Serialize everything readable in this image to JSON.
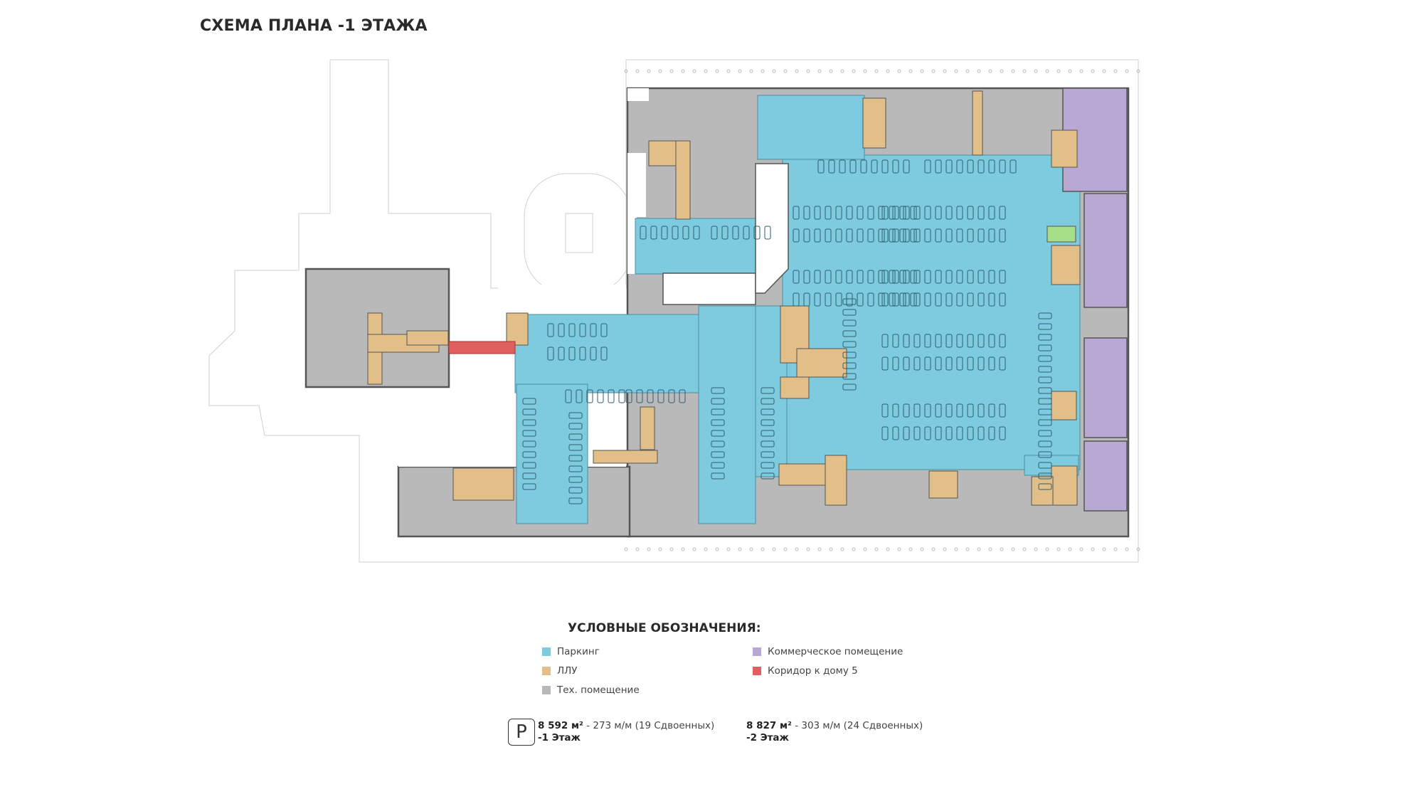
{
  "title": "СХЕМА ПЛАНА -1 ЭТАЖА",
  "legend": {
    "title": "УСЛОВНЫЕ ОБОЗНАЧЕНИЯ:",
    "items": [
      {
        "label": "Паркинг",
        "color": "#7ecbdf"
      },
      {
        "label": "ЛЛУ",
        "color": "#e2bf88"
      },
      {
        "label": "Тех. помещение",
        "color": "#b9b9b9"
      },
      {
        "label": "Коммерческое помещение",
        "color": "#b9a8d3"
      },
      {
        "label": "Коридор к дому 5",
        "color": "#e06060"
      }
    ]
  },
  "parking_icon": "P",
  "stats": [
    {
      "area": "8 592 м²",
      "detail": " - 273 м/м (19 Сдвоенных)",
      "floor": "-1 Этаж"
    },
    {
      "area": "8 827 м²",
      "detail": " - 303 м/м (24 Сдвоенных)",
      "floor": "-2 Этаж"
    }
  ]
}
